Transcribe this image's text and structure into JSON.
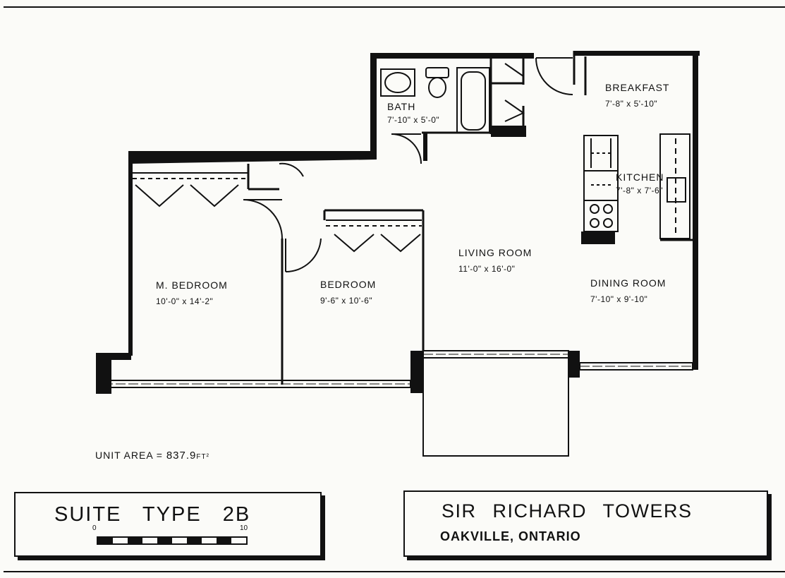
{
  "rooms": {
    "bath": {
      "name": "BATH",
      "dims": "7'-10\" x 5'-0\""
    },
    "breakfast": {
      "name": "BREAKFAST",
      "dims": "7'-8\" x 5'-10\""
    },
    "kitchen": {
      "name": "KITCHEN",
      "dims": "7'-8\" x 7'-6\""
    },
    "master_bedroom": {
      "name": "M. BEDROOM",
      "dims": "10'-0\" x 14'-2\""
    },
    "bedroom": {
      "name": "BEDROOM",
      "dims": "9'-6\" x 10'-6\""
    },
    "living_room": {
      "name": "LIVING ROOM",
      "dims": "11'-0\" x 16'-0\""
    },
    "dining_room": {
      "name": "DINING ROOM",
      "dims": "7'-10\" x 9'-10\""
    }
  },
  "unit_area": {
    "label": "UNIT AREA =",
    "value": "837.9",
    "unit": "FT²"
  },
  "suite": {
    "title": "SUITE TYPE 2B",
    "scale_min": "0",
    "scale_max": "10"
  },
  "building": {
    "name": "SIR RICHARD TOWERS",
    "location": "OAKVILLE, ONTARIO"
  }
}
